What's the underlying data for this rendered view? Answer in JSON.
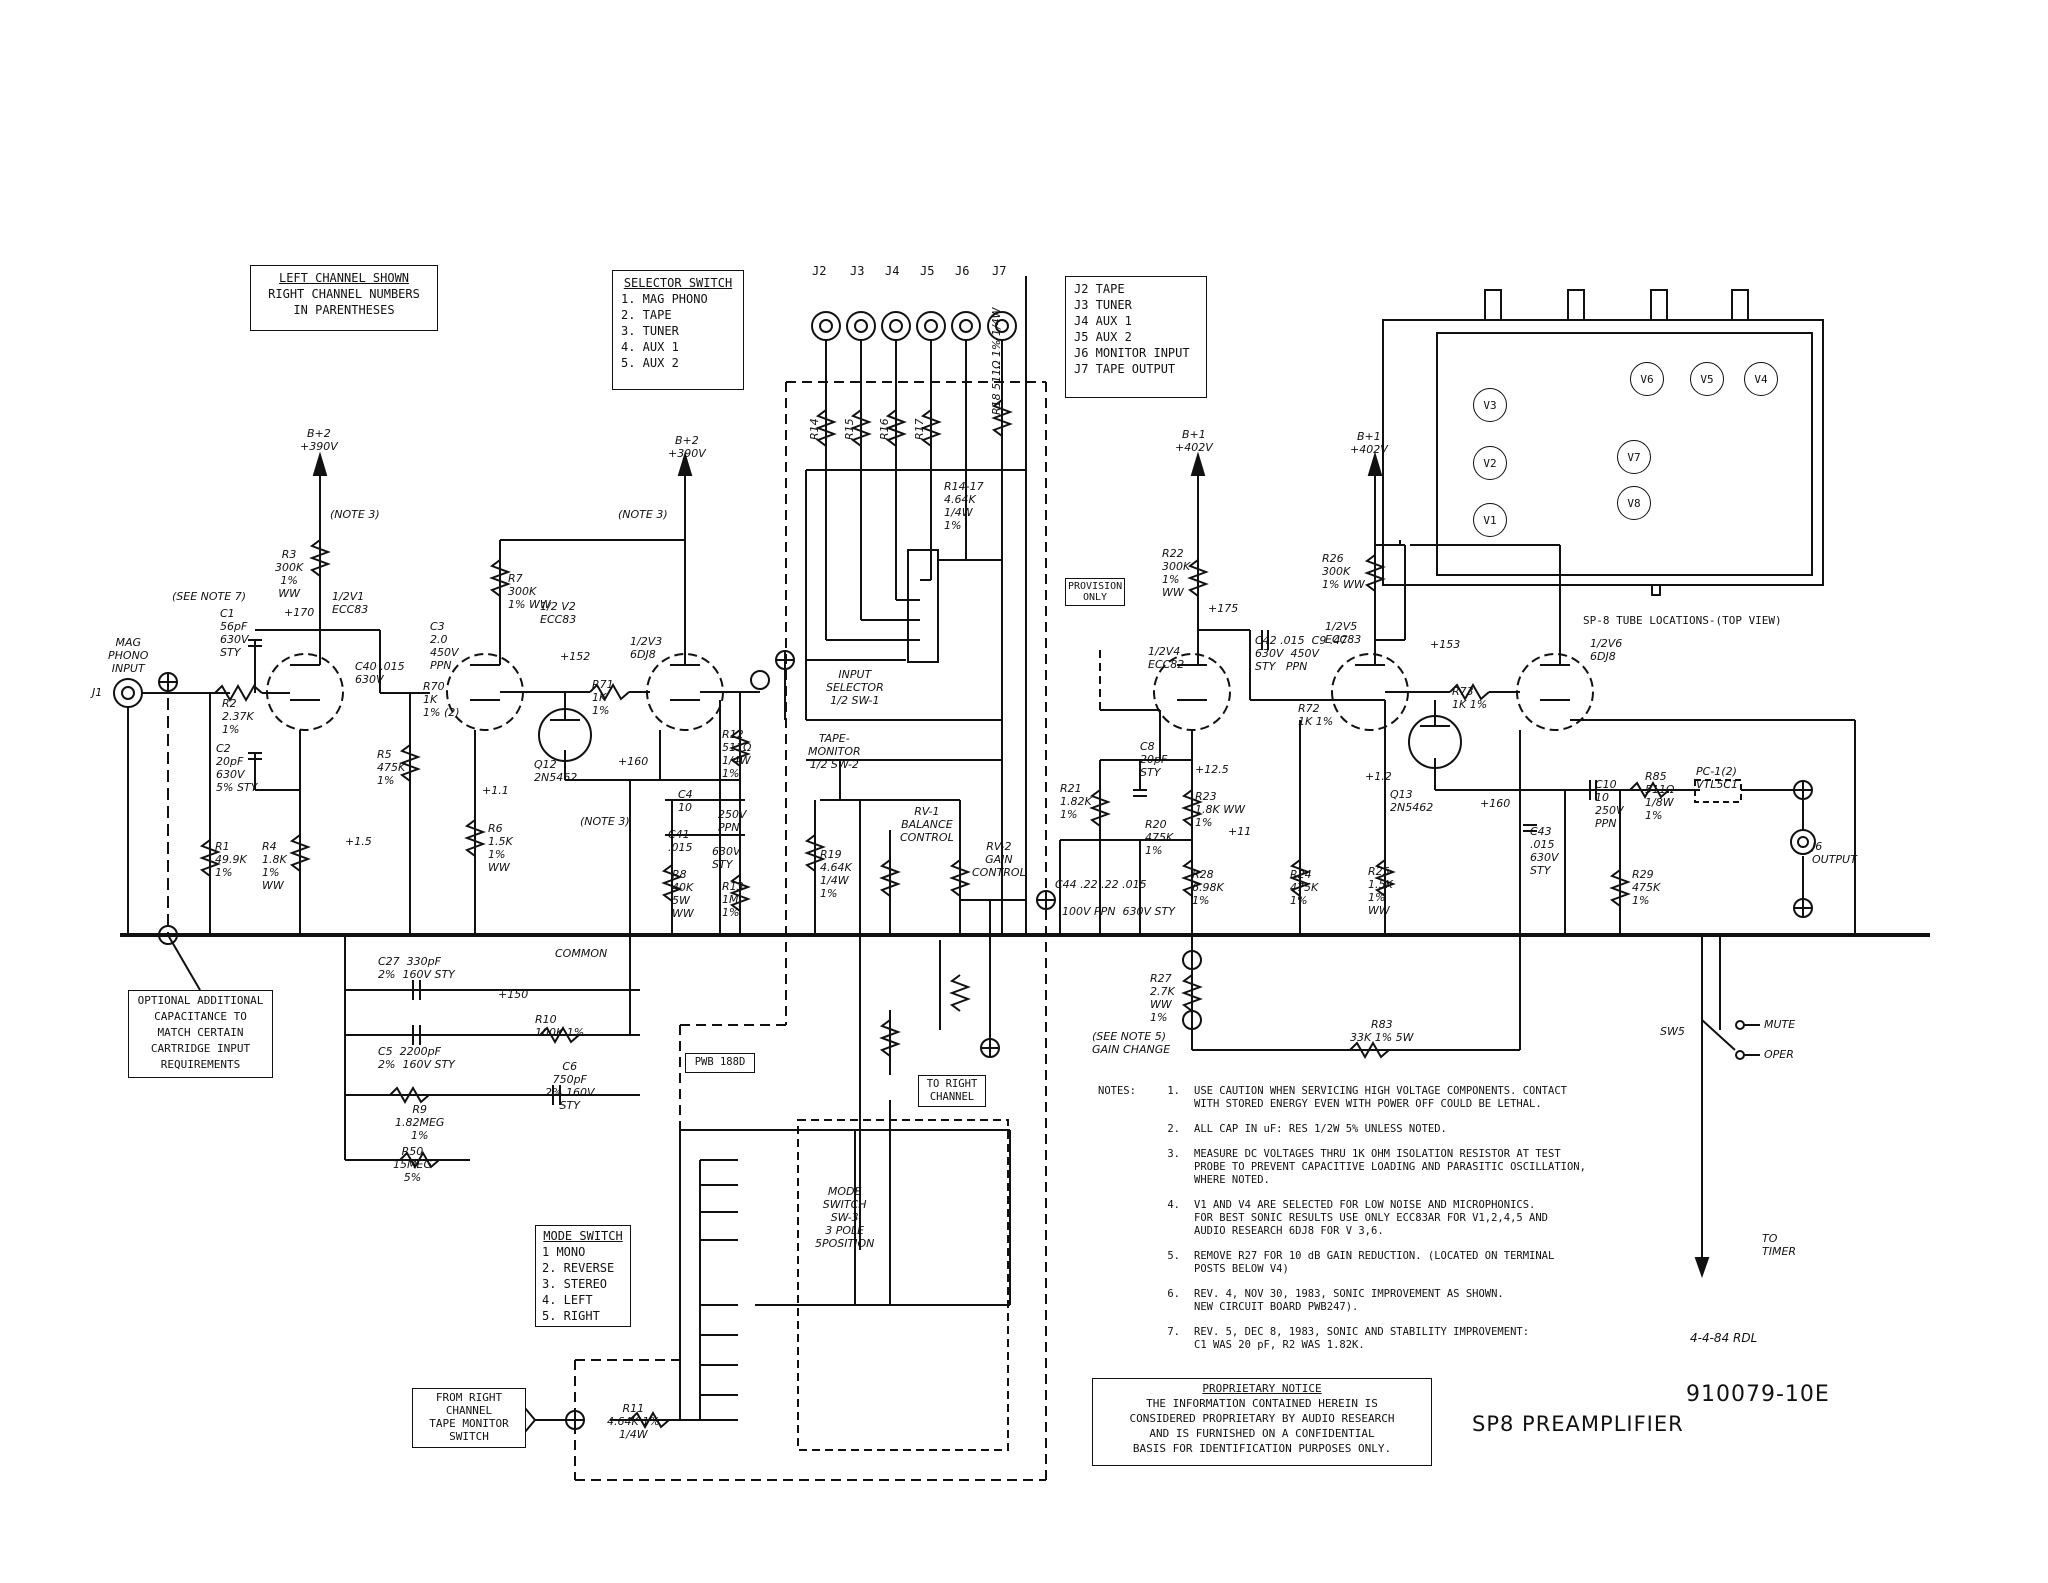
{
  "title": "SP8 PREAMPLIFIER",
  "drawing_number": "910079-10E",
  "date_sign": "4-4-84  RDL",
  "boxes": {
    "left_channel": [
      "LEFT CHANNEL SHOWN",
      "RIGHT CHANNEL NUMBERS",
      "IN PARENTHESES"
    ],
    "selector_switch": {
      "title": "SELECTOR SWITCH",
      "items": [
        "1. MAG PHONO",
        "2. TAPE",
        "3. TUNER",
        "4. AUX 1",
        "5. AUX 2"
      ]
    },
    "jacks_legend": [
      "J2  TAPE",
      "J3  TUNER",
      "J4  AUX 1",
      "J5  AUX 2",
      "J6  MONITOR INPUT",
      "J7  TAPE OUTPUT"
    ],
    "mode_switch": {
      "title": "MODE SWITCH",
      "items": [
        "1  MONO",
        "2. REVERSE",
        "3. STEREO",
        "4.  LEFT",
        "5.  RIGHT"
      ]
    },
    "optional_cap": [
      "OPTIONAL ADDITIONAL",
      "CAPACITANCE TO",
      "MATCH CERTAIN",
      "CARTRIDGE INPUT",
      "REQUIREMENTS"
    ],
    "from_right": [
      "FROM RIGHT",
      "CHANNEL",
      "TAPE MONITOR",
      "SWITCH"
    ],
    "to_right": [
      "TO RIGHT",
      "CHANNEL"
    ],
    "provision": [
      "PROVISION",
      "ONLY"
    ],
    "pwb": "PWB 188D",
    "proprietary": {
      "title": "PROPRIETARY NOTICE",
      "lines": [
        "THE INFORMATION CONTAINED HEREIN IS",
        "CONSIDERED PROPRIETARY BY AUDIO RESEARCH",
        "AND IS FURNISHED ON A CONFIDENTIAL",
        "BASIS FOR IDENTIFICATION PURPOSES ONLY."
      ]
    }
  },
  "jacks_top": [
    "J2",
    "J3",
    "J4",
    "J5",
    "J6",
    "J7"
  ],
  "tube_layout": {
    "caption": "SP-8 TUBE LOCATIONS-(TOP VIEW)",
    "tubes": [
      "V3",
      "V2",
      "V1",
      "V6",
      "V5",
      "V4",
      "V7",
      "V8"
    ]
  },
  "notes_label": "NOTES:",
  "notes": [
    {
      "n": "1.",
      "t": "USE CAUTION WHEN SERVICING HIGH VOLTAGE COMPONENTS.  CONTACT\nWITH STORED ENERGY EVEN WITH POWER OFF COULD BE LETHAL."
    },
    {
      "n": "2.",
      "t": "ALL CAP IN uF: RES 1/2W 5% UNLESS NOTED."
    },
    {
      "n": "3.",
      "t": "MEASURE DC VOLTAGES THRU 1K OHM ISOLATION RESISTOR AT TEST\nPROBE TO PREVENT CAPACITIVE LOADING AND PARASITIC OSCILLATION,\nWHERE NOTED."
    },
    {
      "n": "4.",
      "t": "V1 AND V4 ARE SELECTED FOR LOW NOISE AND MICROPHONICS.\nFOR BEST SONIC RESULTS USE ONLY ECC83AR FOR V1,2,4,5 AND\nAUDIO RESEARCH 6DJ8 FOR V 3,6."
    },
    {
      "n": "5.",
      "t": "REMOVE R27 FOR 10 dB GAIN REDUCTION. (LOCATED ON TERMINAL\nPOSTS BELOW V4)"
    },
    {
      "n": "6.",
      "t": "REV. 4, NOV 30, 1983, SONIC IMPROVEMENT AS SHOWN.\nNEW CIRCUIT BOARD PWB247)."
    },
    {
      "n": "7.",
      "t": "REV. 5, DEC 8, 1983, SONIC AND STABILITY IMPROVEMENT:\nC1 WAS 20 pF, R2 WAS 1.82K."
    }
  ],
  "labels": {
    "mag_phono": "MAG\nPHONO\nINPUT",
    "j1": "J1",
    "b2a": "B+2\n+390V",
    "b2b": "B+2\n+390V",
    "b1a": "B+1\n+402V",
    "b1b": "B+1\n+402V",
    "note3a": "(NOTE 3)",
    "note3b": "(NOTE 3)",
    "note3c": "(NOTE 3)",
    "seenote7": "(SEE NOTE 7)",
    "common": "COMMON",
    "r3": "R3\n300K\n1%\nWW",
    "v1": "1/2V1\nECC83",
    "v2": "1/2 V2\nECC83",
    "v3": "1/2V3\n6DJ8",
    "v4": "1/2V4\nECC82",
    "v5": "1/2V5\nECC83",
    "v6": "1/2V6\n6DJ8",
    "c1": "C1\n56pF\n630V\nSTY",
    "r2": "R2\n2.37K\n1%",
    "c2": "C2\n20pF\n630V\n5% STY",
    "r1": "R1\n49.9K\n1%",
    "r4": "R4\n1.8K\n1%\nWW",
    "c3": "C3\n2.0\n450V\nPPN",
    "c40": "C40 .015\n630V",
    "r5": "R5\n475K\n1%",
    "r6": "R6\n1.5K\n1%\nWW",
    "r7": "R7\n300K\n1% WW",
    "r70": "R70\n1K\n1% (2)",
    "r71": "R71\n1K\n1%",
    "q12": "Q12\n2N5462",
    "r8": "R8\n40K\n5W\nWW",
    "r12": "R12\n511Ω\n1/4W\n1%",
    "r13": "R13\n1M\n1%",
    "c4": "C4\n10",
    "c41": "C41\n.015",
    "c4v": "250V\nPPN",
    "c41v": "630V\nSTY",
    "c27": "C27  330pF\n2%  160V STY",
    "c5": "C5  2200pF\n2%  160V STY",
    "r10": "R10\n100K 1%",
    "r9": "R9\n1.82MEG\n1%",
    "c6": "C6\n750pF\n2% 160V\nSTY",
    "r50": "R50\n15MEG\n5%",
    "r14_17": "R14-17\n4.64K\n1/4W\n1%",
    "r18": "R18  511Ω 1% 1/4W",
    "r14": "R14",
    "r15": "R15",
    "r16": "R16",
    "r17": "R17",
    "input_sel": "INPUT\nSELECTOR\n1/2 SW-1",
    "tape_mon": "TAPE-\nMONITOR\n1/2 SW-2",
    "rv1": "RV-1\nBALANCE\nCONTROL",
    "rv2": "RV-2\nGAIN\nCONTROL",
    "r19": "R19\n4.64K\n1/4W\n1%",
    "mode_sw": "MODE\nSWITCH\nSW-3\n3 POLE\n5POSITION",
    "r11": "R11\n4.64K 1%\n1/4W",
    "r22": "R22\n300K\n1%\nWW",
    "r21": "R21\n1.82K\n1%",
    "c8": "C8\n20pF\nSTY",
    "r23": "R23\n1.8K WW\n1%",
    "r20": "R20\n475K\n1%",
    "c44": "C44 .22 .22 .015",
    "c44v": "100V PPN  630V STY",
    "r28": "R28\n6.98K\n1%",
    "r27": "R27\n2.7K\nWW\n1%",
    "gain_change": "(SEE NOTE 5)\nGAIN CHANGE",
    "c9": "C42 .015  C9 .47\n630V  450V\nSTY   PPN",
    "r72": "R72\n1K 1%",
    "r26": "R26\n300K\n1% WW",
    "r73": "R73\n1K 1%",
    "q13": "Q13\n2N5462",
    "r24": "R24\n475K\n1%",
    "r25": "R25\n1.5K\n1%\nWW",
    "c10": "C10\n10\n250V\nPPN",
    "c43": "C43\n.015\n630V\nSTY",
    "r85": "R85\n511Ω\n1/8W\n1%",
    "pc1": "PC-1(2)\nVTL5C1",
    "r29": "R29\n475K\n1%",
    "r83": "R83\n33K 1% 5W",
    "j6": "J6\nOUTPUT",
    "sw5": "SW5",
    "mute": "MUTE",
    "oper": "OPER",
    "to_timer": "TO\nTIMER",
    "v_170": "+170",
    "v_152": "+152",
    "v_160a": "+160",
    "v_15": "+1.5",
    "v_11": "+1.1",
    "v_175": "+175",
    "v_125": "+12.5",
    "v_11b": "+11",
    "v_153": "+153",
    "v_12": "+1.2",
    "v_160b": "+160",
    "v_150": "+150"
  }
}
